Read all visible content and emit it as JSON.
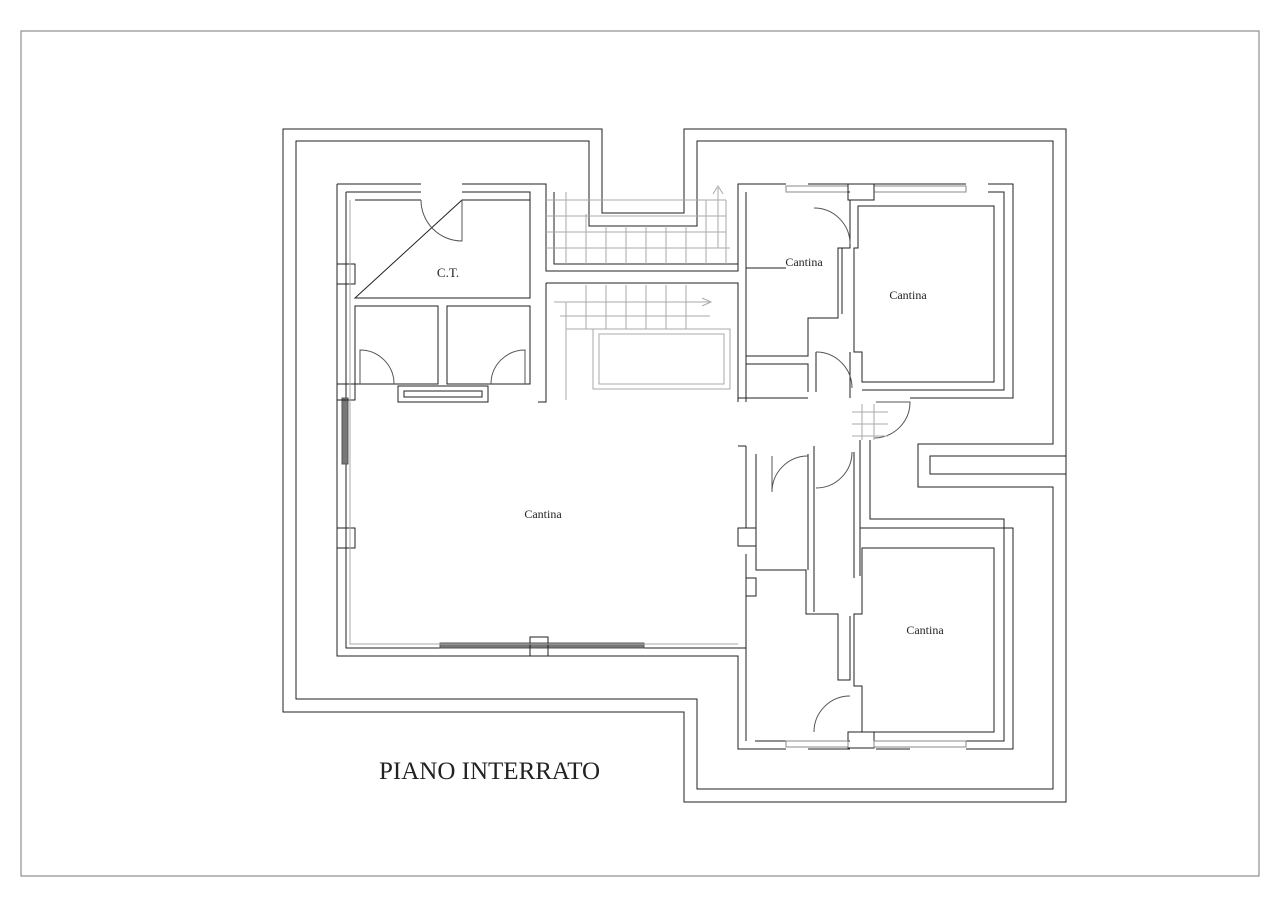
{
  "rooms": {
    "ct": "C.T.",
    "cantina_top_small": "Cantina",
    "cantina_top_right": "Cantina",
    "cantina_main": "Cantina",
    "cantina_bottom_right": "Cantina"
  },
  "caption": "PIANO INTERRATO",
  "colors": {
    "line": "#222222",
    "thin": "#999999",
    "fill": "#ffffff"
  }
}
